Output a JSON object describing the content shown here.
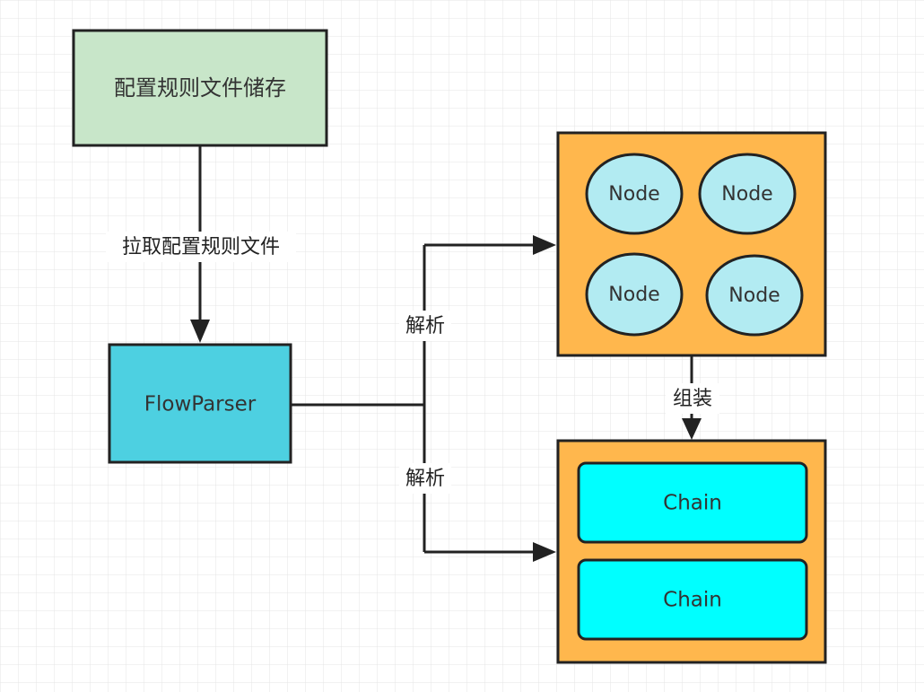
{
  "colors": {
    "background": "#ffffff",
    "grid_line": "#e4e4e4",
    "storage_fill": "#c8e6c9",
    "parser_fill": "#4dd0e1",
    "container_fill": "#ffb74d",
    "node_fill": "#b2ebf2",
    "chain_fill": "#00ffff",
    "stroke": "#222222"
  },
  "storage": {
    "label": "配置规则文件储存"
  },
  "parser": {
    "label": "FlowParser"
  },
  "nodes": [
    {
      "label": "Node"
    },
    {
      "label": "Node"
    },
    {
      "label": "Node"
    },
    {
      "label": "Node"
    }
  ],
  "chains": [
    {
      "label": "Chain"
    },
    {
      "label": "Chain"
    }
  ],
  "edges": {
    "fetch_label": "拉取配置规则文件",
    "parse_top_label": "解析",
    "parse_bottom_label": "解析",
    "assemble_label": "组装"
  }
}
